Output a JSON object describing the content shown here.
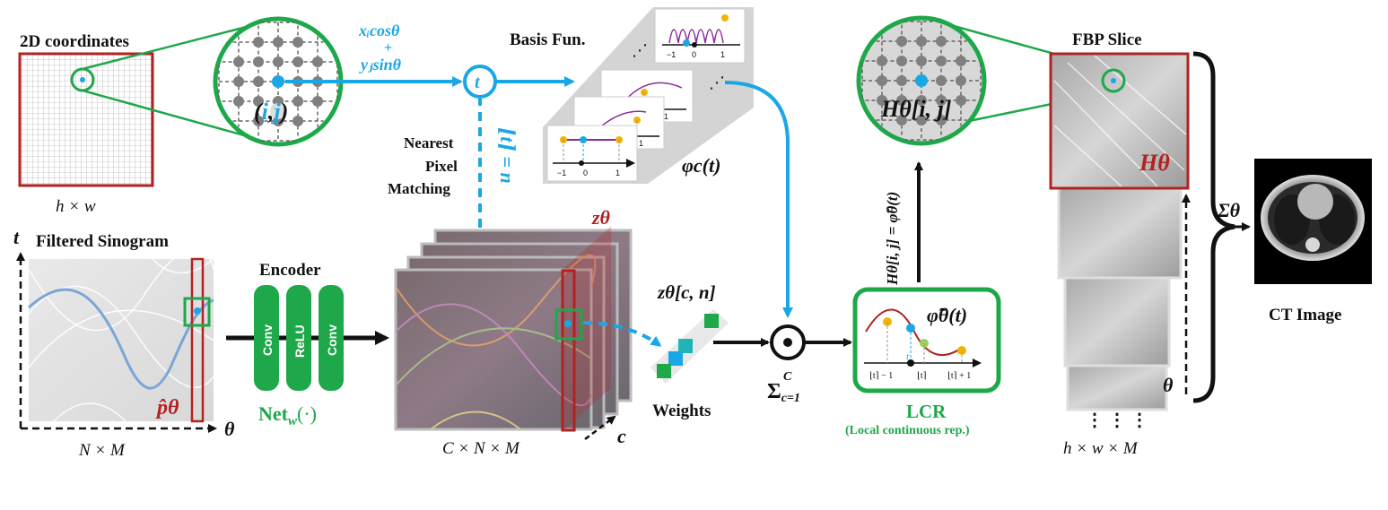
{
  "labels": {
    "coords_title": "2D coordinates",
    "coords_dim": "h × w",
    "ij_label_i": "i",
    "ij_label_comma": ",",
    "ij_label_j": "j",
    "ij_open": "(",
    "ij_close": ")",
    "proj_line1": "xᵢcosθ",
    "proj_plus": "+",
    "proj_line2": "yⱼsinθ",
    "t_node": "t",
    "basis_title": "Basis Fun.",
    "basis_phi": "φc(t)",
    "nearest_1": "Nearest",
    "nearest_2": "Pixel",
    "nearest_3": "Matching",
    "round_eq": "⌊t⌉ = n",
    "sino_title": "Filtered Sinogram",
    "sino_t_axis": "t",
    "sino_theta_axis": "θ",
    "sino_dim": "N × M",
    "sino_p": "p̂θ",
    "encoder_title": "Encoder",
    "enc_conv1": "Conv",
    "enc_relu": "ReLU",
    "enc_conv2": "Conv",
    "net_label": "Net",
    "net_sub": "w",
    "net_arg": "(·)",
    "feat_dim": "C × N × M",
    "feat_z": "zθ",
    "feat_c": "c",
    "weights_label": "Weights",
    "zcn_label": "zθ[c, n]",
    "sum_label": "Σ",
    "sum_sup": "C",
    "sum_sub": "c=1",
    "lcr_phi": "φ̃θ(t)",
    "lcr_title": "LCR",
    "lcr_sub": "(Local continuous rep.)",
    "lcr_tick1": "⌊t⌉ − 1",
    "lcr_tick2": "⌊t⌉",
    "lcr_tick3": "⌊t⌉ + 1",
    "lcr_t": "t",
    "h_eq": "Hθ[i, j] = φ̃θ(t)",
    "h_zoom": "Hθ[i, j]",
    "fbp_title": "FBP Slice",
    "fbp_H": "Hθ",
    "fbp_theta": "θ",
    "fbp_dots": "⋮  ⋮  ⋮",
    "fbp_dim": "h × w × M",
    "sum_theta": "Σθ",
    "ct_label": "CT Image",
    "basis_ticks_a": [
      "−1",
      "0",
      "1"
    ],
    "basis_ellipsis": "⋰"
  },
  "colors": {
    "green": "#1ea84a",
    "blue": "#1aa7e6",
    "red": "#b22222",
    "dark": "#111111",
    "gray_node": "#808080"
  }
}
